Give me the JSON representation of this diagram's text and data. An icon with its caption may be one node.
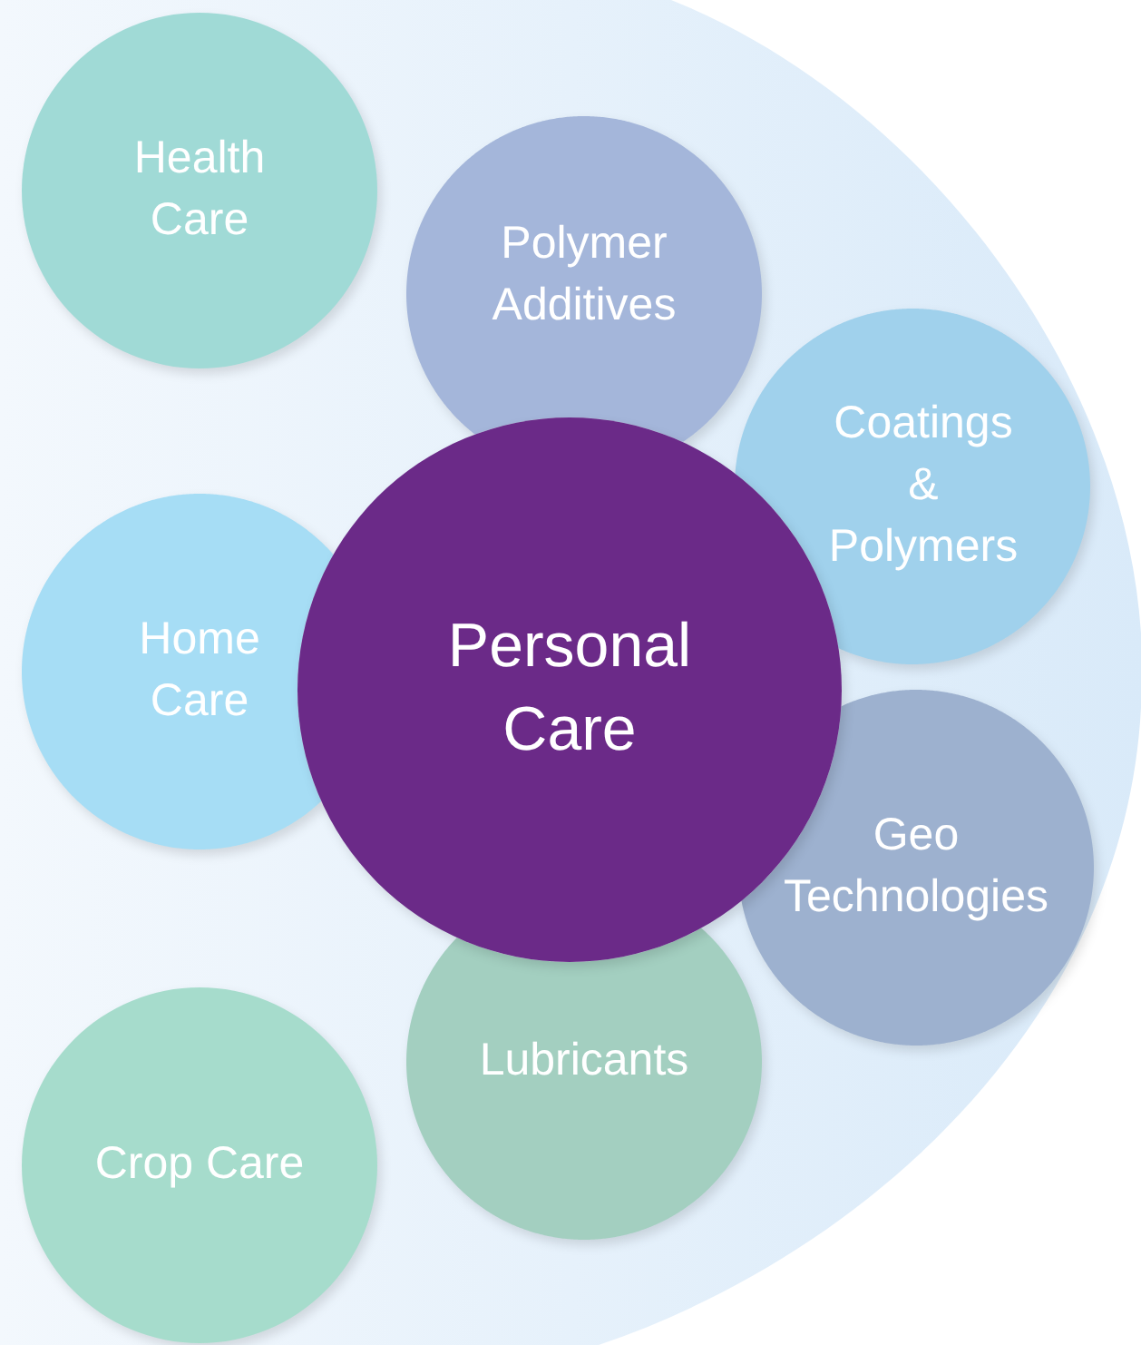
{
  "diagram": {
    "nodes": [
      {
        "text": [
          "Health Care"
        ]
      },
      {
        "text": [
          "Polymer Additives"
        ]
      },
      {
        "text": [
          "Coatings & Polymers"
        ]
      },
      {
        "text": [
          "Home Care"
        ]
      },
      {
        "text": [
          "Personal Care"
        ]
      },
      {
        "text": [
          "Geo Technologies"
        ]
      },
      {
        "text": [
          "Lubricants"
        ]
      },
      {
        "text": [
          "Crop Care"
        ]
      }
    ]
  }
}
